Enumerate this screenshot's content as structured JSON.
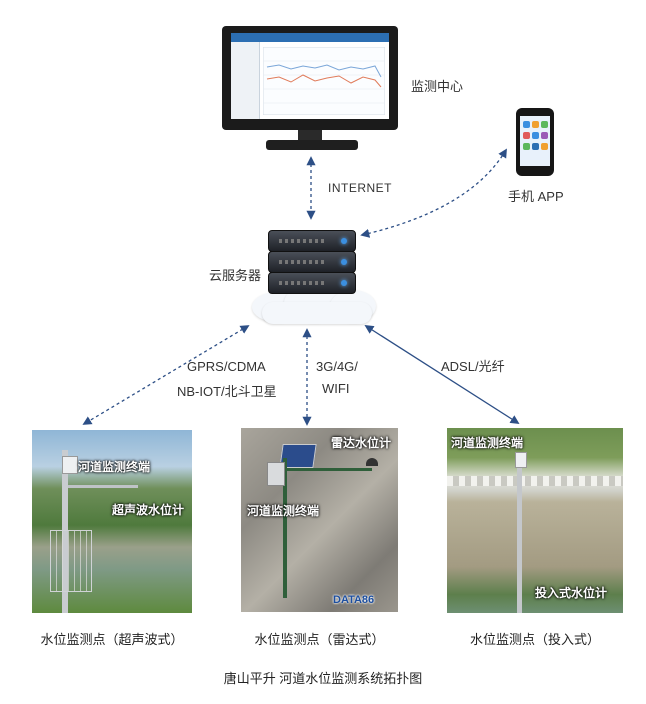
{
  "labels": {
    "monitoring_center": "监测中心",
    "mobile_app": "手机 APP",
    "cloud_server": "云服务器",
    "internet": "INTERNET",
    "link_left_1": "GPRS/CDMA",
    "link_left_2": "NB-IOT/北斗卫星",
    "link_mid_1": "3G/4G/",
    "link_mid_2": "WIFI",
    "link_right": "ADSL/光纤"
  },
  "stations": [
    {
      "terminal": "河道监测终端",
      "sensor": "超声波水位计",
      "caption": "水位监测点（超声波式）"
    },
    {
      "terminal": "河道监测终端",
      "sensor": "雷达水位计",
      "caption": "水位监测点（雷达式）",
      "brand": "DATA86"
    },
    {
      "terminal": "河道监测终端",
      "sensor": "投入式水位计",
      "caption": "水位监测点（投入式）"
    }
  ],
  "title": "唐山平升  河道水位监测系统拓扑图",
  "colors": {
    "arrow": "#2d4f86",
    "accent": "#2c6fb3"
  }
}
